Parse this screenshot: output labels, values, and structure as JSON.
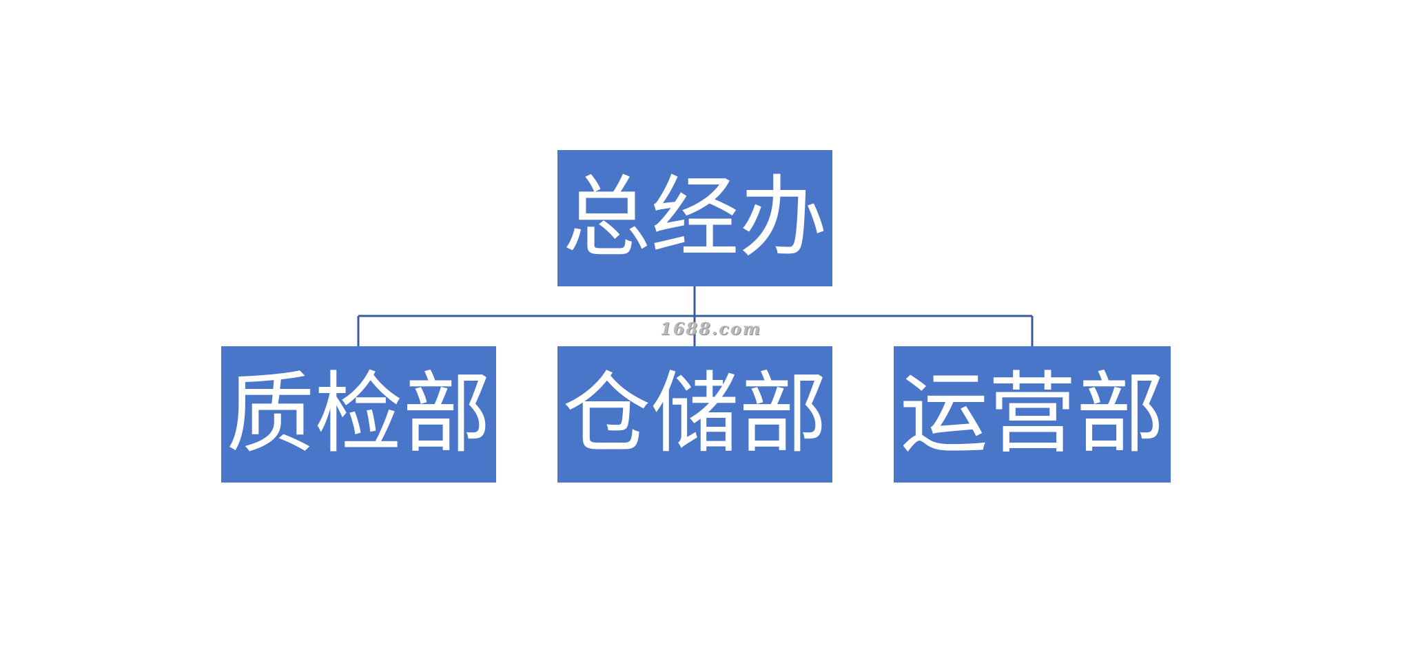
{
  "diagram": {
    "root": {
      "label": "总经办"
    },
    "children": [
      {
        "label": "质检部"
      },
      {
        "label": "仓储部"
      },
      {
        "label": "运营部"
      }
    ]
  },
  "watermark": "1688.com",
  "colors": {
    "node_fill": "#4a76c9",
    "node_text": "#ffffff",
    "connector": "#3a5a9c",
    "background": "#ffffff"
  }
}
